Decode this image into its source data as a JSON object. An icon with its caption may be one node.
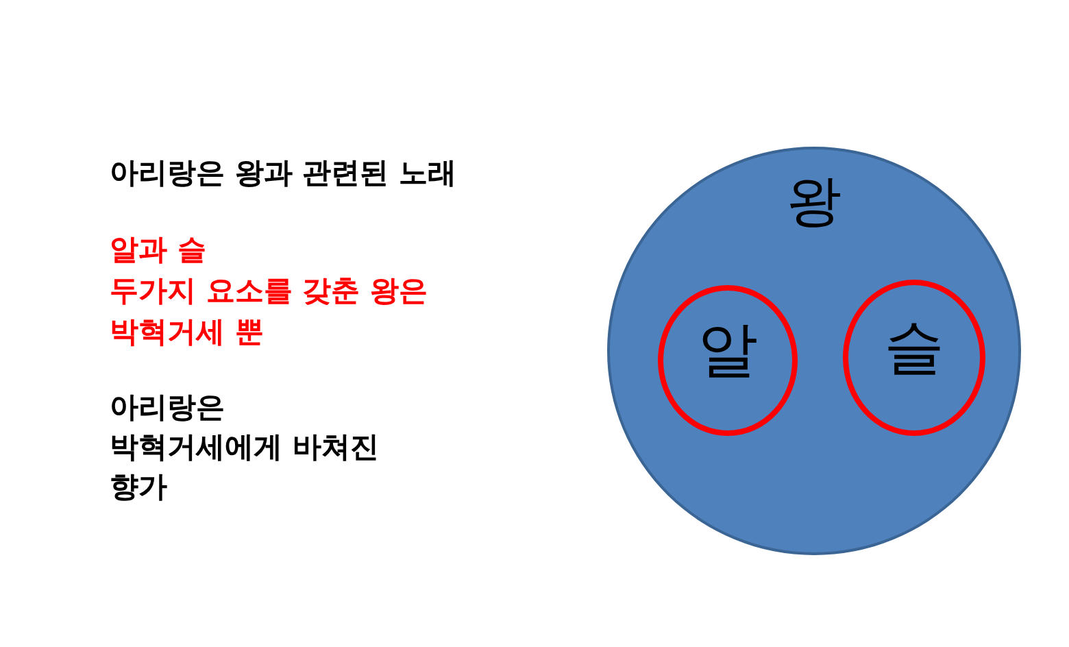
{
  "diagram": {
    "nodes": [
      {
        "text": [
          "왕"
        ]
      },
      {
        "text": [
          "알"
        ],
        "in": 0
      },
      {
        "text": [
          "슬"
        ],
        "in": 0
      }
    ],
    "edges": [],
    "labels": [
      "아리랑은 왕과 관련된 노래",
      "알과 슬",
      "두가지 요소를 갖춘 왕은",
      "박혁거세 뿐",
      "아리랑은",
      "박혁거세에게 바쳐진",
      "향가"
    ]
  }
}
